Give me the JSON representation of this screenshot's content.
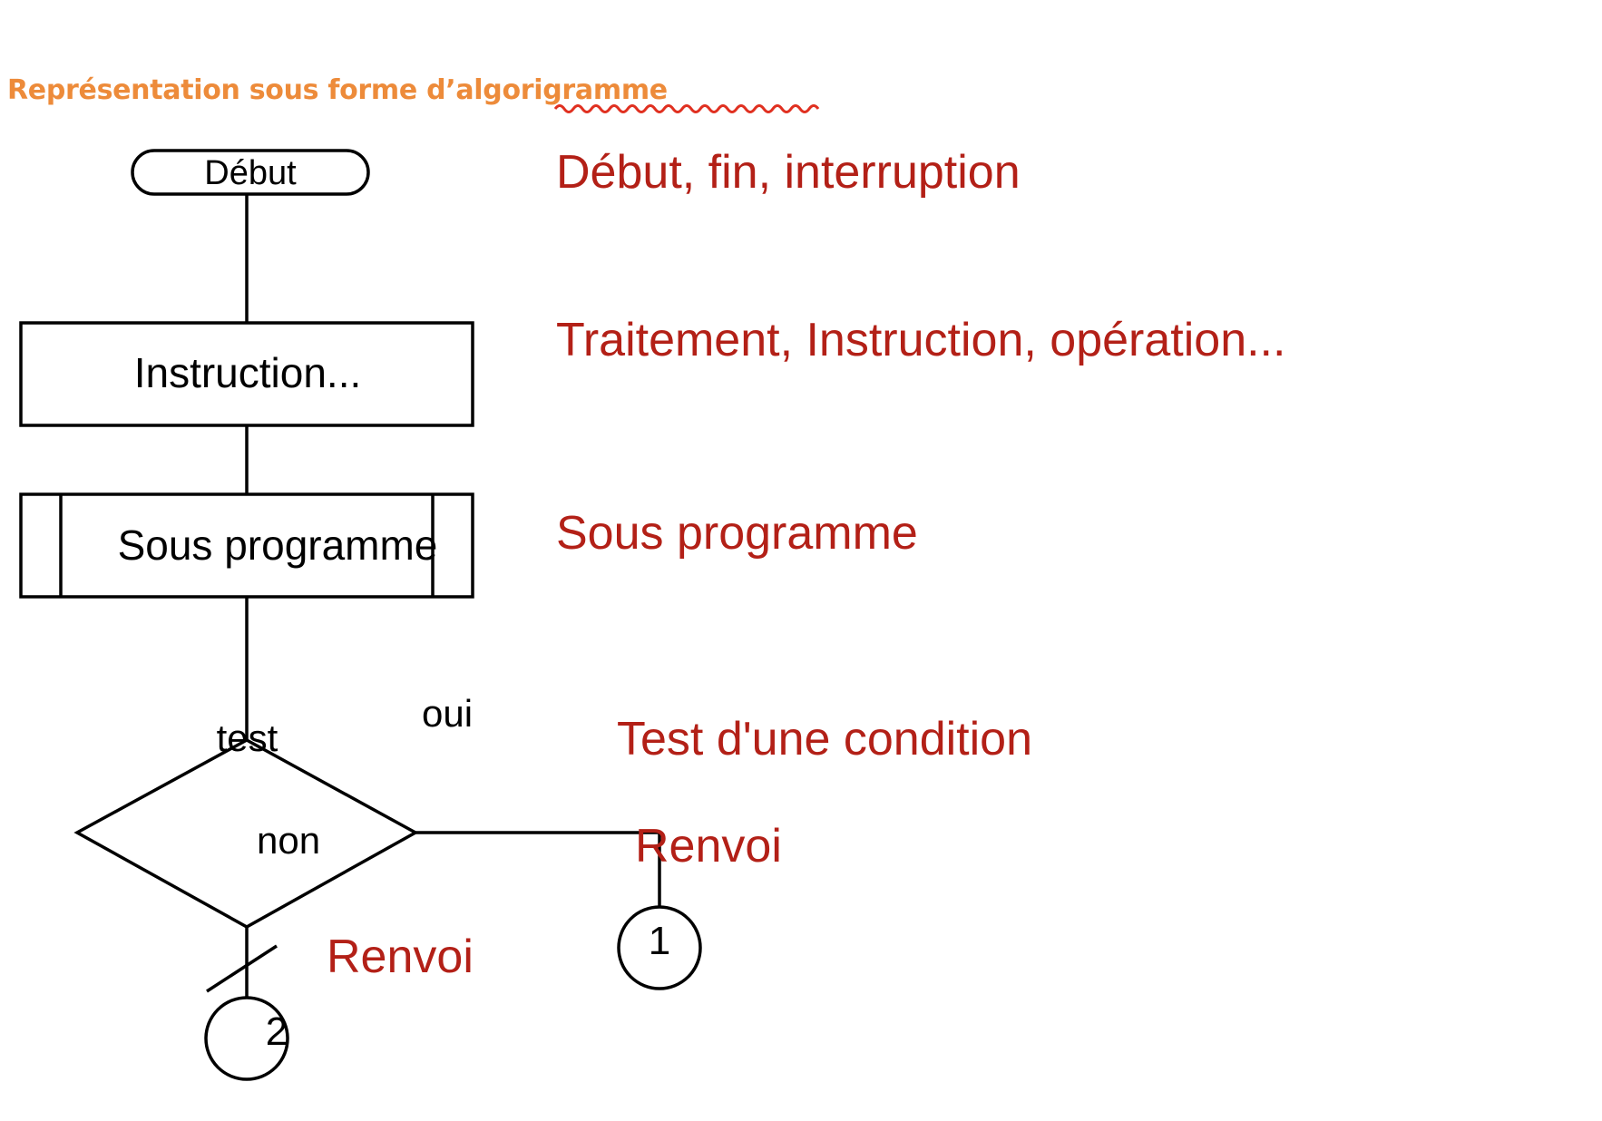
{
  "slide": {
    "title": "Représentation sous forme d’algorigramme",
    "title_color": "#ED8B3A",
    "annotation_color": "#B32017",
    "shape_stroke_color": "#000000",
    "background_color": "#FFFFFF",
    "spellcheck_underline_word": "algorigramme"
  },
  "flowchart": {
    "type": "algorigramme",
    "nodes": [
      {
        "id": "start",
        "shape": "stadium",
        "label": "Début"
      },
      {
        "id": "process",
        "shape": "rectangle",
        "label": "Instruction..."
      },
      {
        "id": "subroutine",
        "shape": "subroutine",
        "label": "Sous programme"
      },
      {
        "id": "decision",
        "shape": "diamond",
        "label": "test"
      },
      {
        "id": "connector1",
        "shape": "circle",
        "label": "1"
      },
      {
        "id": "connector2",
        "shape": "circle",
        "label": "2"
      }
    ],
    "edge_labels": {
      "yes": "oui",
      "no": "non"
    }
  },
  "legend": [
    {
      "key": "start",
      "text": "Début, fin, interruption"
    },
    {
      "key": "process",
      "text": "Traitement, Instruction, opération..."
    },
    {
      "key": "subroutine",
      "text": "Sous programme"
    },
    {
      "key": "decision",
      "text": "Test d'une condition"
    },
    {
      "key": "connector1",
      "text": "Renvoi"
    },
    {
      "key": "connector2",
      "text": "Renvoi"
    }
  ]
}
